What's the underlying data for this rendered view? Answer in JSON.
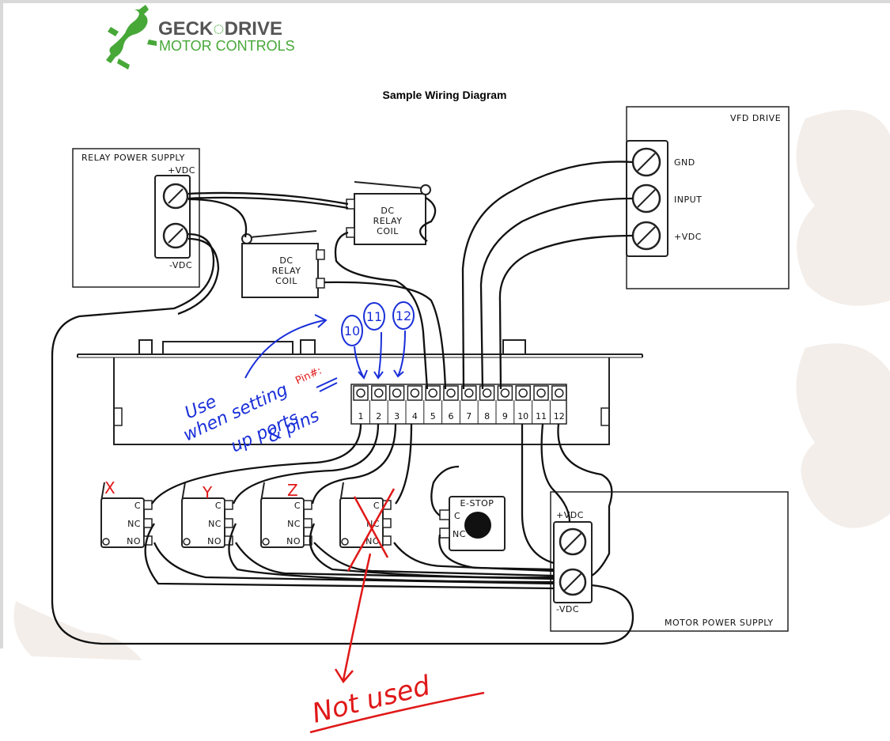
{
  "logo": {
    "line1_a": "GECK",
    "line1_b": "DRIVE",
    "line2": "MOTOR CONTROLS"
  },
  "title": "Sample Wiring Diagram",
  "relay_supply": {
    "label": "RELAY POWER SUPPLY",
    "pos": "+VDC",
    "neg": "-VDC"
  },
  "relay_coil": [
    "DC",
    "RELAY",
    "COIL"
  ],
  "vfd": {
    "label": "VFD DRIVE",
    "terminals": [
      "GND",
      "INPUT",
      "+VDC"
    ]
  },
  "pins": [
    "1",
    "2",
    "3",
    "4",
    "5",
    "6",
    "7",
    "8",
    "9",
    "10",
    "11",
    "12"
  ],
  "switch_terms": [
    "C",
    "NC",
    "NO"
  ],
  "estop": {
    "label": "E-STOP",
    "terms": [
      "C",
      "NC"
    ]
  },
  "motor_supply": {
    "label": "MOTOR POWER SUPPLY",
    "pos": "+VDC",
    "neg": "-VDC"
  },
  "annotations": {
    "circled": [
      "10",
      "11",
      "12"
    ],
    "pin_note": "Pin#:",
    "use_note": [
      "Use",
      "when setting",
      "up ports",
      "& pins"
    ],
    "axes": [
      "X",
      "Y",
      "Z"
    ],
    "not_used": "Not used"
  },
  "colors": {
    "logo_green": "#47a838",
    "logo_gray": "#555555",
    "ink_blue": "#1a2fd8",
    "ink_red": "#e01818"
  }
}
